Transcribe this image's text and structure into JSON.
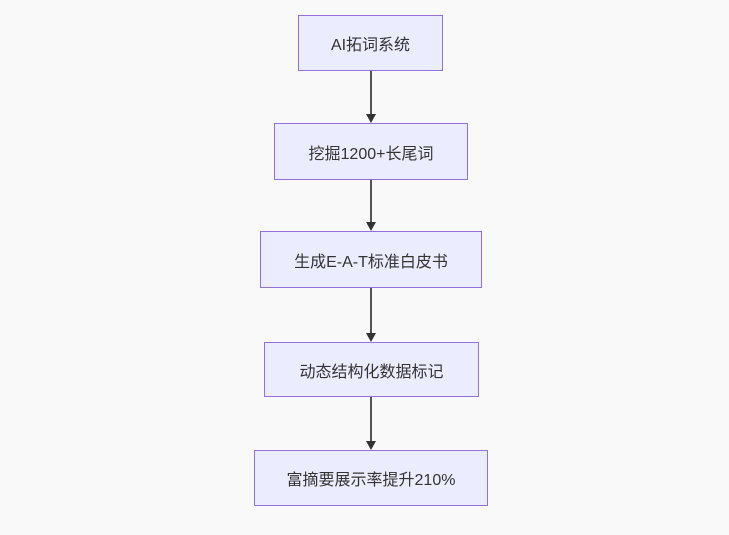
{
  "diagram": {
    "type": "flowchart-top-down",
    "nodes": [
      {
        "label": "AI拓词系统"
      },
      {
        "label": "挖掘1200+长尾词"
      },
      {
        "label": "生成E-A-T标准白皮书"
      },
      {
        "label": "动态结构化数据标记"
      },
      {
        "label": "富摘要展示率提升210%"
      }
    ],
    "edges": [
      {
        "from": 0,
        "to": 1
      },
      {
        "from": 1,
        "to": 2
      },
      {
        "from": 2,
        "to": 3
      },
      {
        "from": 3,
        "to": 4
      }
    ],
    "colors": {
      "background": "#f9f9f9",
      "node_fill": "#ECECFF",
      "node_border": "#9370DB",
      "node_text": "#333333",
      "arrow_line": "#555555",
      "arrow_head": "#333333"
    }
  }
}
